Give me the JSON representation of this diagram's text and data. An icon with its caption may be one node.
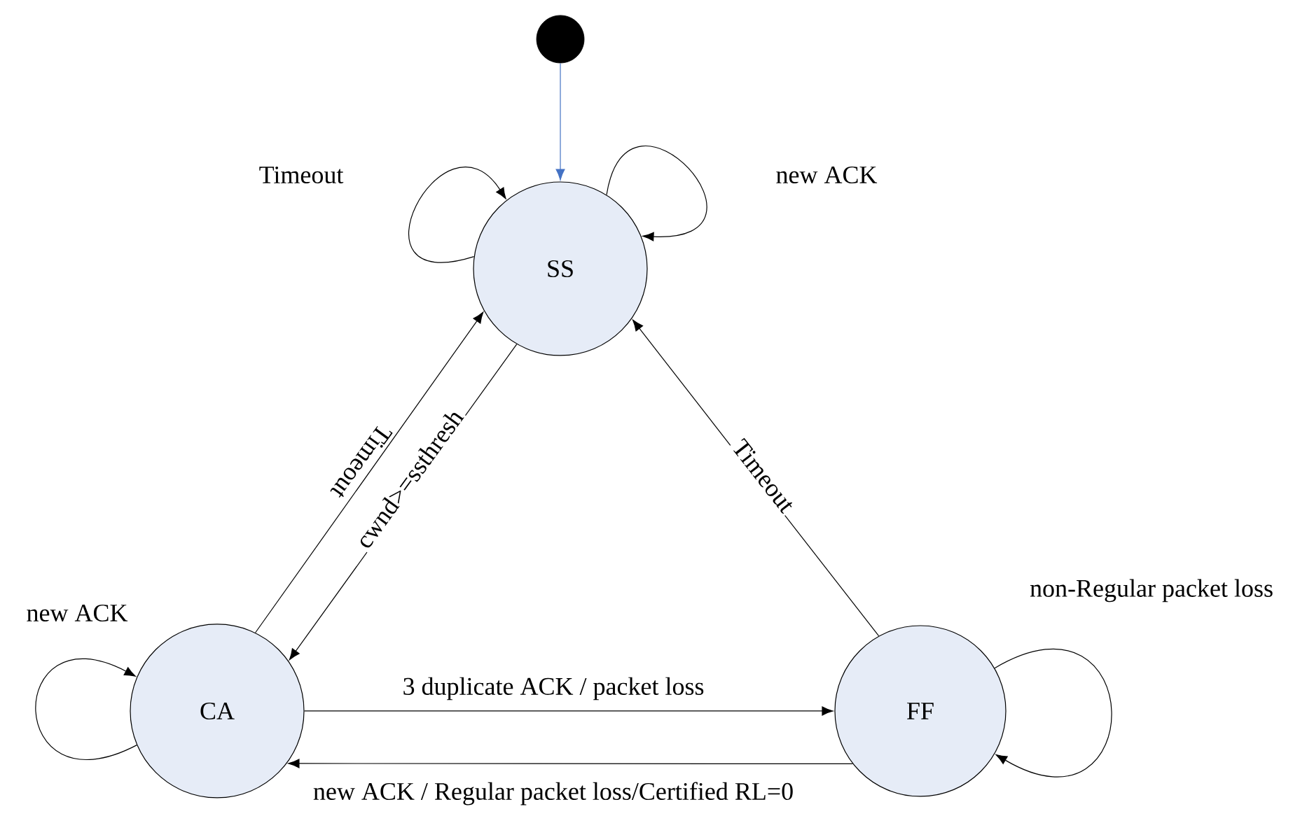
{
  "diagram": {
    "nodes": [
      {
        "text": [],
        "shape": "circle"
      },
      {
        "text": [
          "SS"
        ]
      },
      {
        "text": [
          "CA"
        ]
      },
      {
        "text": [
          "FF"
        ]
      }
    ],
    "edges": [
      {
        "from": 0,
        "to": 1,
        "arrow": "to",
        "color": "#4472c4"
      },
      {
        "from": 1,
        "to": 1,
        "arrow": "to",
        "label": "Timeout"
      },
      {
        "from": 1,
        "to": 1,
        "arrow": "to",
        "label": "new ACK"
      },
      {
        "from": 2,
        "to": 1,
        "arrow": "to",
        "label": "Timeout"
      },
      {
        "from": 1,
        "to": 2,
        "arrow": "to",
        "label": "cwnd>=ssthresh"
      },
      {
        "from": 3,
        "to": 1,
        "arrow": "to",
        "label": "Timeout"
      },
      {
        "from": 2,
        "to": 2,
        "arrow": "to",
        "label": "new ACK"
      },
      {
        "from": 2,
        "to": 3,
        "arrow": "to",
        "label": "3 duplicate ACK / packet loss"
      },
      {
        "from": 3,
        "to": 2,
        "arrow": "to",
        "label": "new ACK / Regular packet loss/Certified RL=0"
      },
      {
        "from": 3,
        "to": 3,
        "arrow": "to",
        "label": "non-Regular packet loss"
      }
    ]
  }
}
